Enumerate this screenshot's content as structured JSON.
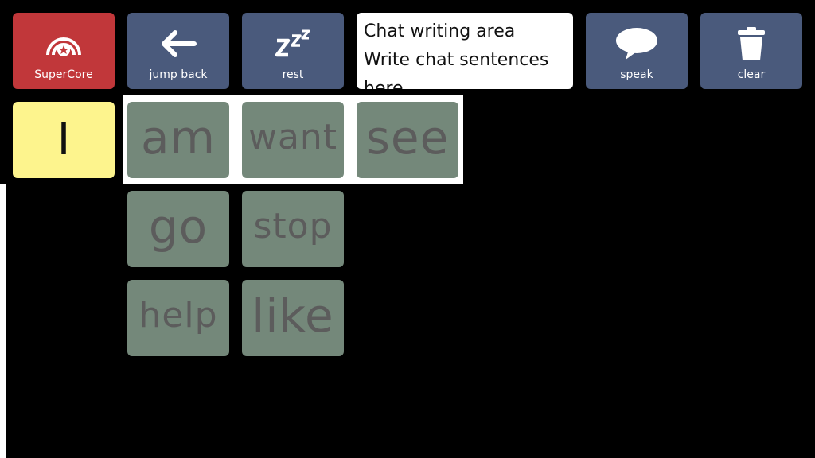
{
  "toolbar": {
    "supercore_label": "SuperCore",
    "jump_back_label": "jump back",
    "rest_label": "rest",
    "speak_label": "speak",
    "clear_label": "clear"
  },
  "chat": {
    "text": "Chat writing area Write chat sentences here"
  },
  "core_words": {
    "pronoun_i": "I",
    "am": "am",
    "want": "want",
    "see": "see",
    "go": "go",
    "stop": "stop",
    "help": "help",
    "like": "like"
  },
  "colors": {
    "toolbar_button": "#4a5a7c",
    "supercore_button": "#c1373a",
    "pronoun_button": "#fdf48d",
    "core_button": "#74887a",
    "background": "#000000"
  }
}
